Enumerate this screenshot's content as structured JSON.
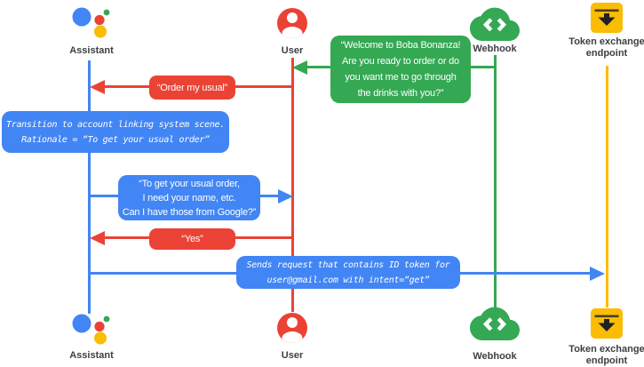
{
  "actors": {
    "assistant": {
      "label": "Assistant"
    },
    "user": {
      "label": "User"
    },
    "webhook": {
      "label": "Webhook"
    },
    "token_endpoint": {
      "label_lines": [
        "Token exchange",
        "endpoint"
      ]
    }
  },
  "messages": {
    "welcome": {
      "lines": [
        "“Welcome to Boba Bonanza!",
        "Are you ready to order or do",
        "you want me to go through",
        "the drinks with you?”"
      ]
    },
    "order_usual": {
      "text": "“Order my usual”"
    },
    "transition": {
      "lines": [
        "Transition to account linking system scene.",
        "Rationale = “To get your usual order”"
      ]
    },
    "get_order": {
      "lines": [
        "“To get your usual order,",
        "I need your name, etc.",
        "Can I have those from Google?”"
      ]
    },
    "yes": {
      "text": "“Yes”"
    },
    "send_request": {
      "lines": [
        "Sends request that contains ID token for",
        "user@gmail.com with intent=“get”"
      ]
    }
  },
  "icons": {
    "assistant": "google-assistant-logo",
    "user": "person-circle",
    "webhook": "code-cloud",
    "token_endpoint": "inbox-download-box"
  },
  "colors": {
    "blue": "#4285f4",
    "red": "#ea4335",
    "green": "#34a853",
    "yellow": "#fbbc04",
    "label_text": "#3c4043"
  }
}
